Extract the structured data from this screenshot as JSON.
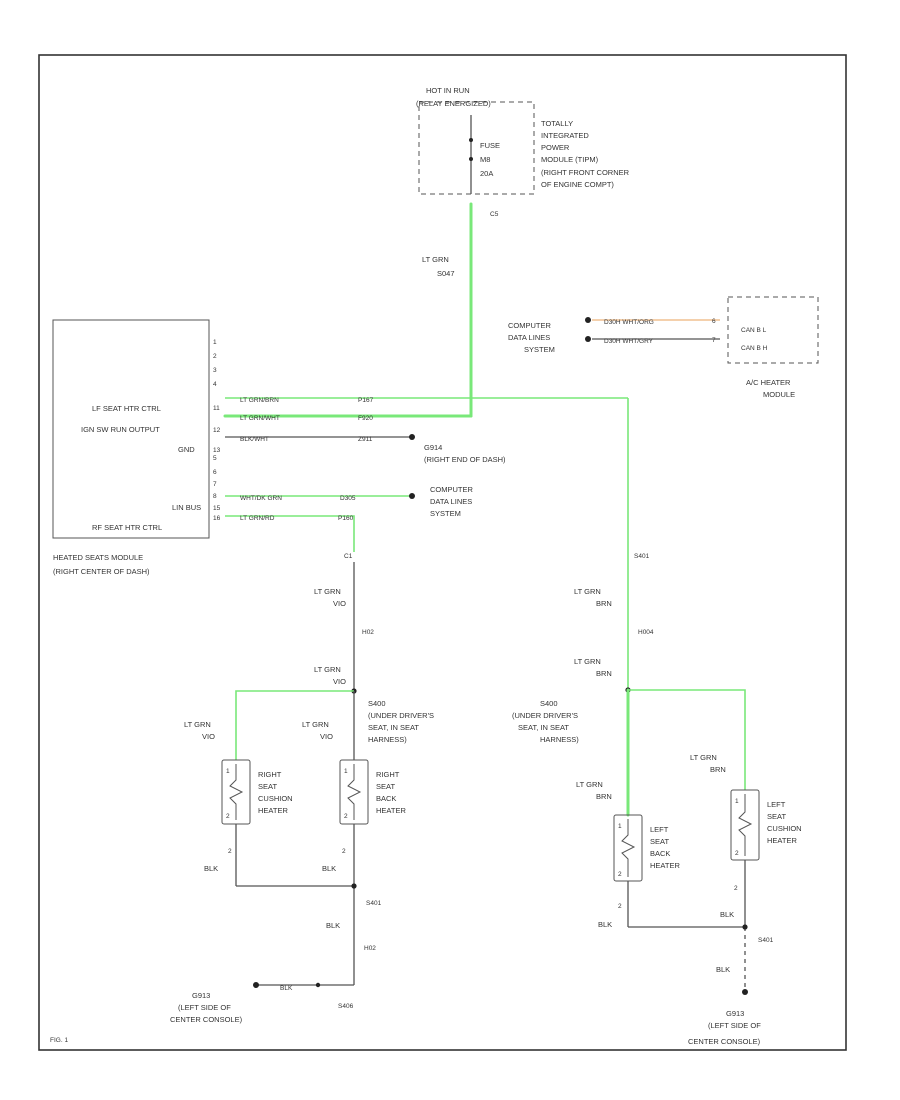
{
  "hot_in_run": "HOT IN RUN",
  "relay_energized": "(RELAY ENERGIZED)",
  "fuse": [
    "FUSE",
    "M8",
    "20A"
  ],
  "tipm_label": [
    "TOTALLY",
    "INTEGRATED",
    "POWER",
    "MODULE (TIPM)",
    "(RIGHT FRONT CORNER",
    "OF ENGINE COMPT)"
  ],
  "tipm_pin": "C5",
  "riser_wire": [
    "LT GRN",
    "S047"
  ],
  "cds_top_label": [
    "COMPUTER",
    "DATA LINES",
    "SYSTEM"
  ],
  "can_wires": [
    "D30H  WHT/ORG",
    "D30H  WHT/GRY"
  ],
  "can_pins": [
    "6",
    "7"
  ],
  "ac_module_pins": [
    "CAN B L",
    "CAN B H"
  ],
  "ac_module_label": [
    "A/C HEATER",
    "MODULE"
  ],
  "module_pin_nums": [
    "1",
    "2",
    "3",
    "4",
    "5",
    "6",
    "7",
    "8"
  ],
  "module_rows": [
    {
      "pin": "LF SEAT HTR CTRL",
      "num": "11",
      "wire": "LT GRN/BRN",
      "code": "P167"
    },
    {
      "pin": "IGN SW RUN OUTPUT",
      "num": "12",
      "wire": "LT GRN/WHT",
      "code": "F920"
    },
    {
      "pin": "GND",
      "num": "13",
      "wire": "BLK/WHT",
      "code": "Z911"
    },
    {
      "pin": "LIN BUS",
      "num": "15",
      "wire": "WHT/DK GRN",
      "code": "D305"
    },
    {
      "pin": "RF SEAT HTR CTRL",
      "num": "16",
      "wire": "LT GRN/RD",
      "code": "P160"
    }
  ],
  "g914_label": [
    "G914",
    "(RIGHT END OF DASH)"
  ],
  "cds_mid_label": [
    "COMPUTER",
    "DATA LINES",
    "SYSTEM"
  ],
  "module_label": [
    "HEATED SEATS MODULE",
    "(RIGHT CENTER OF DASH)"
  ],
  "connector_c1": "C1",
  "left_branch": {
    "wire1": [
      "LT GRN",
      "VIO"
    ],
    "conn1": "H02",
    "wire2": [
      "LT GRN",
      "VIO"
    ],
    "splice": [
      "S400",
      "(UNDER DRIVER'S",
      "SEAT, IN SEAT",
      "HARNESS)"
    ],
    "wire_left": [
      "LT GRN",
      "VIO"
    ],
    "wire_right": [
      "LT GRN",
      "VIO"
    ],
    "cushion_label": [
      "RIGHT",
      "SEAT",
      "CUSHION",
      "HEATER"
    ],
    "back_label": [
      "RIGHT",
      "SEAT",
      "BACK",
      "HEATER"
    ],
    "pin1": "1",
    "pin2": "2",
    "gnd_wire_left": "BLK",
    "gnd_wire_right": "BLK",
    "gnd_splice": "S401",
    "gnd_wire": "BLK",
    "gnd_conn": "H02",
    "gnd_blk": "BLK",
    "ground_label": [
      "G913",
      "(LEFT SIDE OF",
      "CENTER CONSOLE)"
    ],
    "gnd_splice2": "S406"
  },
  "right_branch": {
    "conn_top": "S401",
    "wire1": [
      "LT GRN",
      "BRN"
    ],
    "conn1": "H004",
    "wire2": [
      "LT GRN",
      "BRN"
    ],
    "splice": [
      "S400",
      "(UNDER DRIVER'S",
      "SEAT, IN SEAT",
      "HARNESS)"
    ],
    "wire_back": [
      "LT GRN",
      "BRN"
    ],
    "wire_cushion": [
      "LT GRN",
      "BRN"
    ],
    "back_label": [
      "LEFT",
      "SEAT",
      "BACK",
      "HEATER"
    ],
    "cushion_label": [
      "LEFT",
      "SEAT",
      "CUSHION",
      "HEATER"
    ],
    "pin1": "1",
    "pin2": "2",
    "gnd_wire_left": "BLK",
    "gnd_wire_right": "BLK",
    "gnd_splice": "S401",
    "gnd_wire": "BLK",
    "ground_label": [
      "G913",
      "(LEFT SIDE OF",
      "CENTER CONSOLE)"
    ]
  },
  "figure_id": "FIG. 1"
}
